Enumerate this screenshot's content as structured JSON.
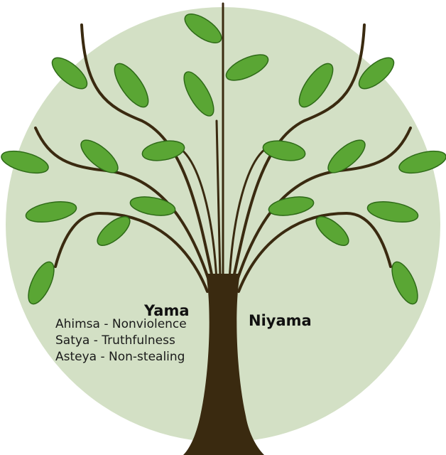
{
  "colors": {
    "background": "#ffffff",
    "circle": "#d3e0c5",
    "trunk": "#3a2a10",
    "leaf": "#5aa634",
    "leaf_vein": "#2e6a18"
  },
  "labels": {
    "yama": "Yama",
    "niyama": "Niyama"
  },
  "yama_principles": [
    "Ahimsa - Nonviolence",
    "Satya - Truthfulness",
    "Asteya - Non-stealing"
  ]
}
